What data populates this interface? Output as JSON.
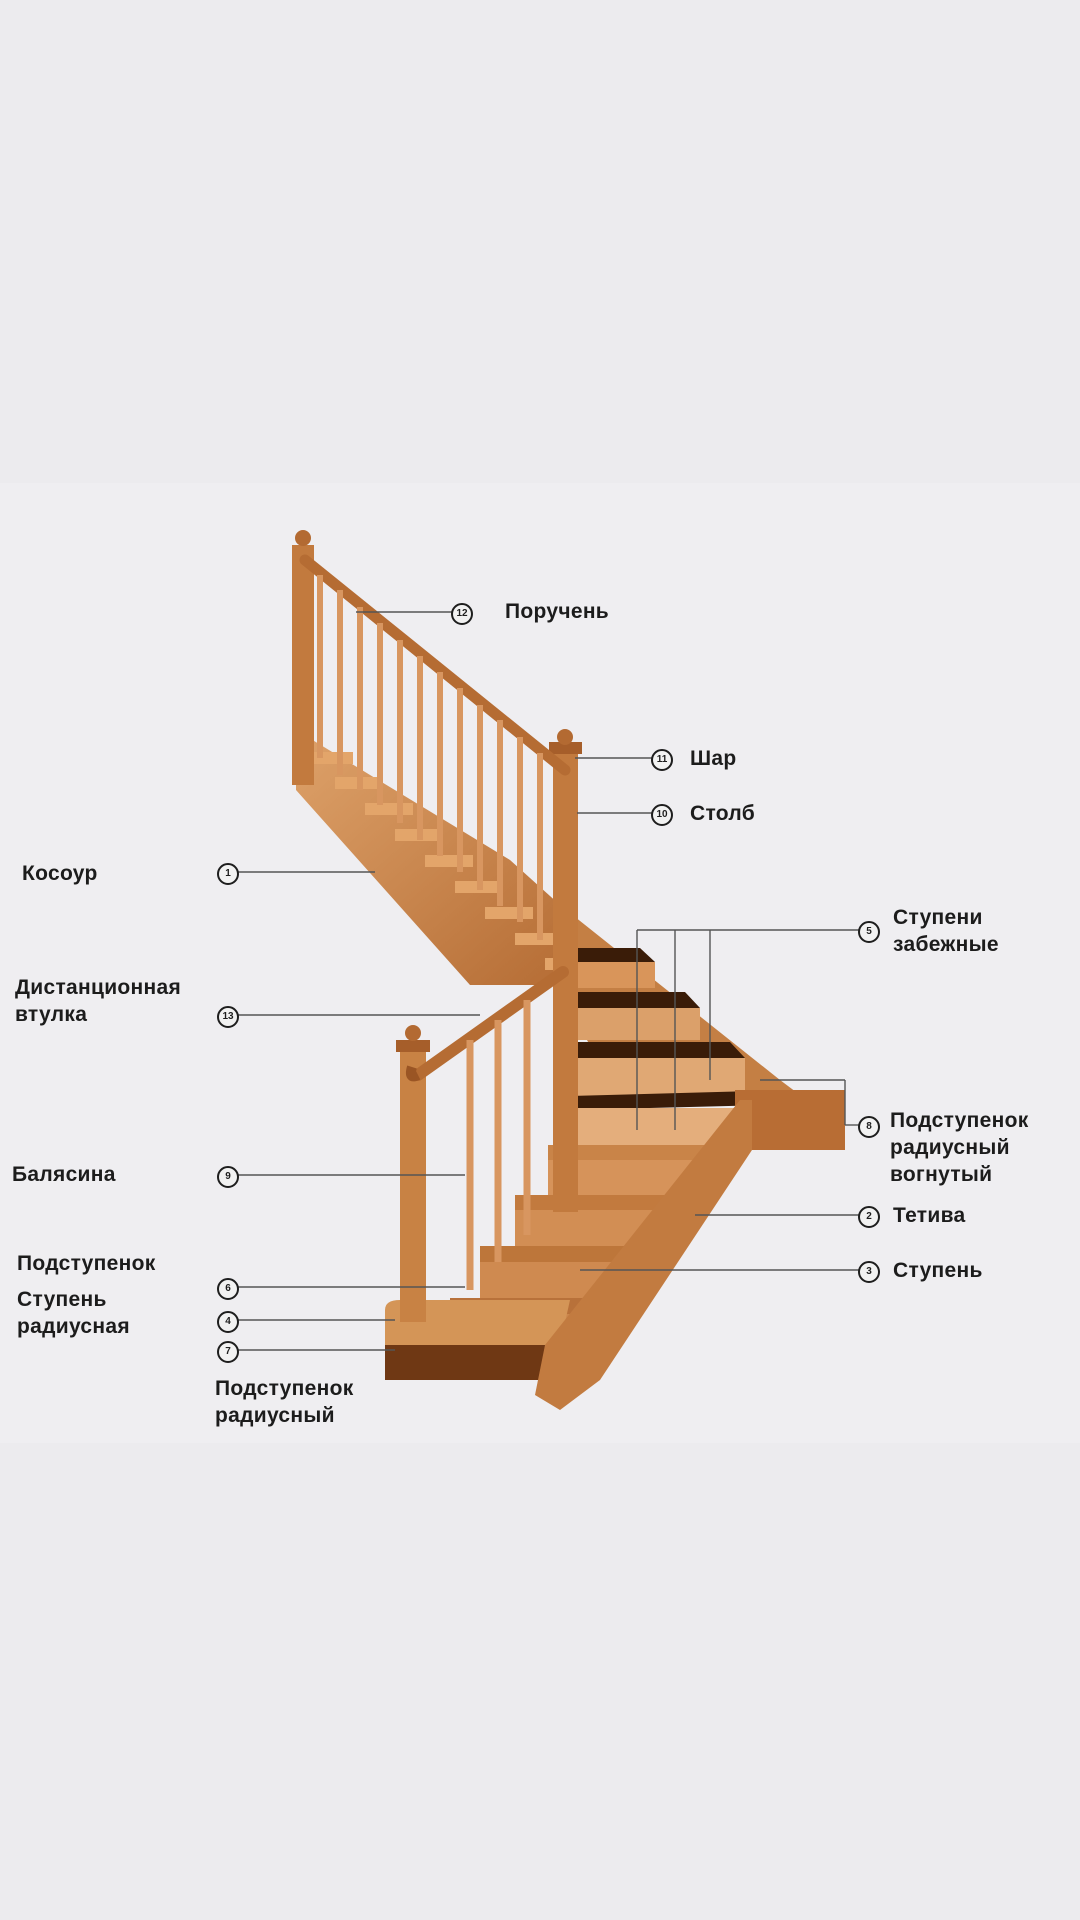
{
  "colors": {
    "background": "#ecebee",
    "wood_light": "#d89a5e",
    "wood_mid": "#c0783c",
    "wood_dark": "#8a4a1c",
    "leader_line": "#555555"
  },
  "callouts": [
    {
      "number": "12",
      "label": "Поручень"
    },
    {
      "number": "11",
      "label": "Шар"
    },
    {
      "number": "10",
      "label": "Столб"
    },
    {
      "number": "1",
      "label": "Косоур"
    },
    {
      "number": "5",
      "label": "Ступени\nзабежные"
    },
    {
      "number": "13",
      "label": "Дистанционная\nвтулка"
    },
    {
      "number": "8",
      "label": "Подступенок\nрадиусный\nвогнутый"
    },
    {
      "number": "9",
      "label": "Балясина"
    },
    {
      "number": "2",
      "label": "Тетива"
    },
    {
      "number": "3",
      "label": "Ступень"
    },
    {
      "number": "6",
      "label": "Подступенок"
    },
    {
      "number": "4",
      "label": "Ступень\nрадиусная"
    },
    {
      "number": "7",
      "label": "Подступенок\nрадиусный"
    }
  ]
}
